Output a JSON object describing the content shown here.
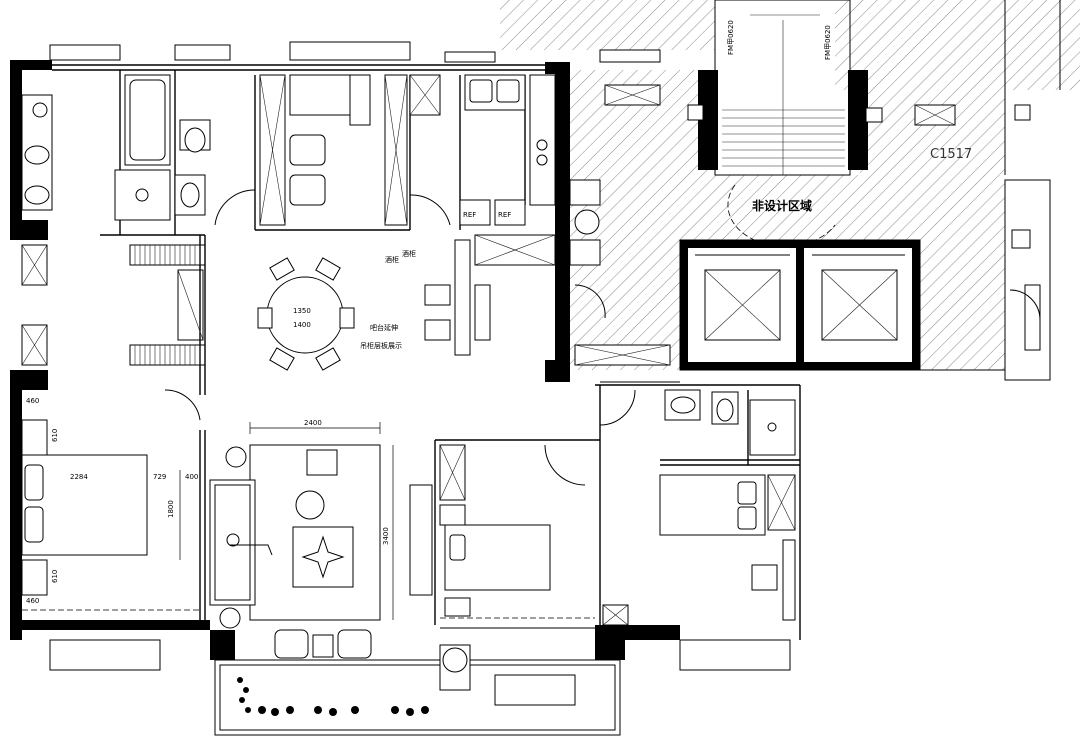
{
  "labels": {
    "non_design_area": "非设计区域",
    "c1517": "C1517",
    "stair_code_1": "FM甲0620",
    "stair_code_2": "FM甲0620",
    "ref_1": "REF",
    "ref_2": "REF",
    "wine_cabinet": "酒柜",
    "wine_cabinet_2": "酒柜",
    "bar_extension": "吧台延伸",
    "display_cabinet": "吊柜层板展示",
    "table_diameter": "1350",
    "table_width": "1400"
  },
  "dimensions": {
    "d2400": "2400",
    "d3400": "3400",
    "d460_top": "460",
    "d610_top": "610",
    "d2284": "2284",
    "d729": "729",
    "d400": "400",
    "d1800": "1800",
    "d610_bottom": "610",
    "d460_bottom": "460"
  }
}
